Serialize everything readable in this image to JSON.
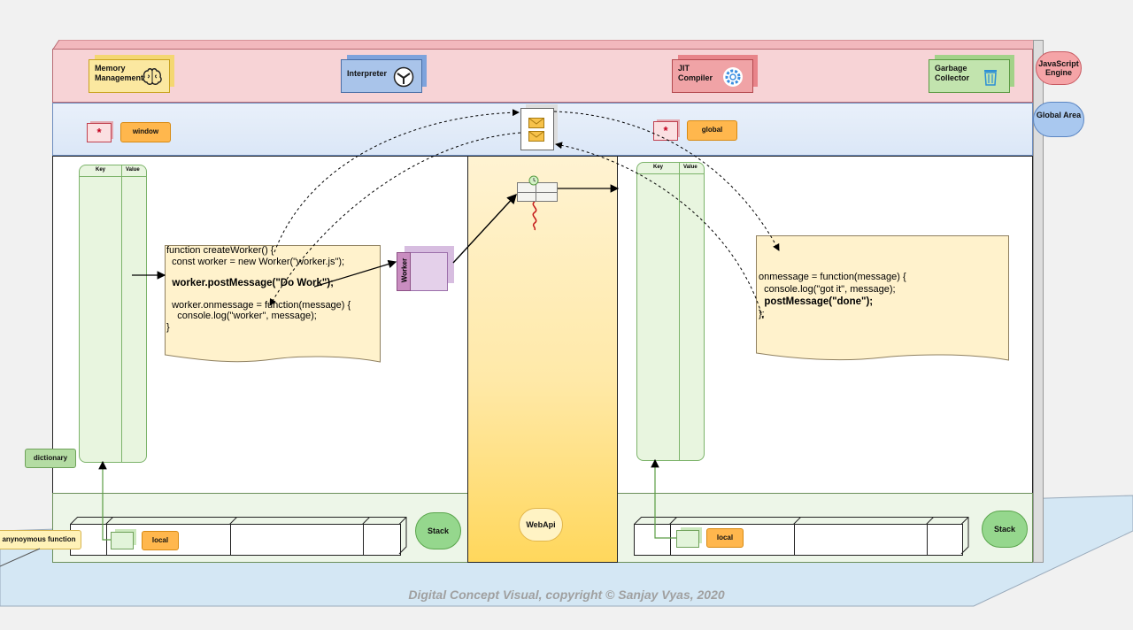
{
  "engine": {
    "memory_label": "Memory Management",
    "interpreter_label": "Interpreter",
    "jit_label": "JIT Compiler",
    "gc_label": "Garbage Collector",
    "engine_cloud": "JavaScript Engine"
  },
  "global_area": {
    "cloud": "Global Area",
    "window_label": "window",
    "global_label": "global"
  },
  "left_context": {
    "dict_key": "Key",
    "dict_value": "Value",
    "dictionary_label": "dictionary",
    "code_lines": [
      "function createWorker() {",
      "  const worker = new Worker(\"worker.js\");",
      "",
      "  worker.postMessage(\"Do Work\");",
      "",
      "  worker.onmessage = function(message) {",
      "    console.log(\"worker\", message);",
      "}"
    ],
    "local_label": "local",
    "stack_cloud": "Stack",
    "anon_label": "anynoymous function"
  },
  "webapi": {
    "cloud": "WebApi",
    "worker_label": "Worker"
  },
  "right_context": {
    "dict_key": "Key",
    "dict_value": "Value",
    "code_lines": [
      "onmessage = function(message) {",
      "  console.log(\"got it\", message);",
      "  postMessage(\"done\");",
      "};"
    ],
    "local_label": "local",
    "stack_cloud": "Stack"
  },
  "copyright": "Digital Concept Visual, copyright © Sanjay Vyas, 2020",
  "colors": {
    "engine_band": "#f7d3d6",
    "global_band": "#dbe7f7",
    "webapi": "#ffd75c",
    "stack_band": "#edf6e8",
    "tag_orange": "#ffb74d"
  }
}
